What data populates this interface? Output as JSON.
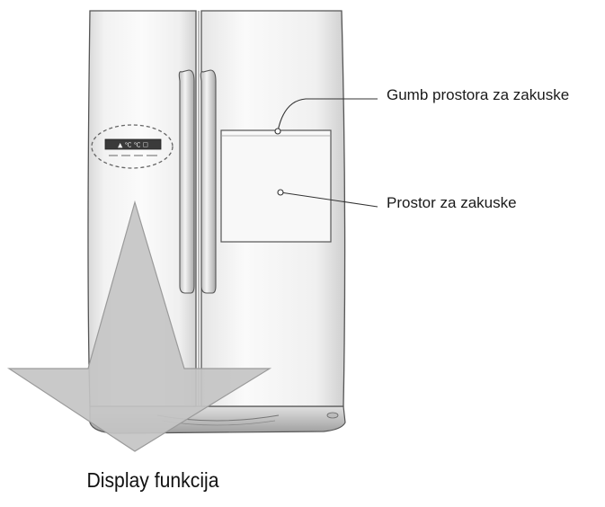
{
  "callouts": {
    "snack_button": "Gumb prostora za zakuske",
    "snack_space": "Prostor za zakuske"
  },
  "caption": "Display funkcija",
  "display_panel": {
    "readout": "▲ ℃ ℃ ☐"
  },
  "colors": {
    "body_light": "#f7f7f7",
    "body_shade": "#d6d6d6",
    "outline": "#555555",
    "arrow_fill": "#c4c4c4",
    "arrow_stroke": "#9a9a9a",
    "display_bg": "#3a3a3a"
  }
}
